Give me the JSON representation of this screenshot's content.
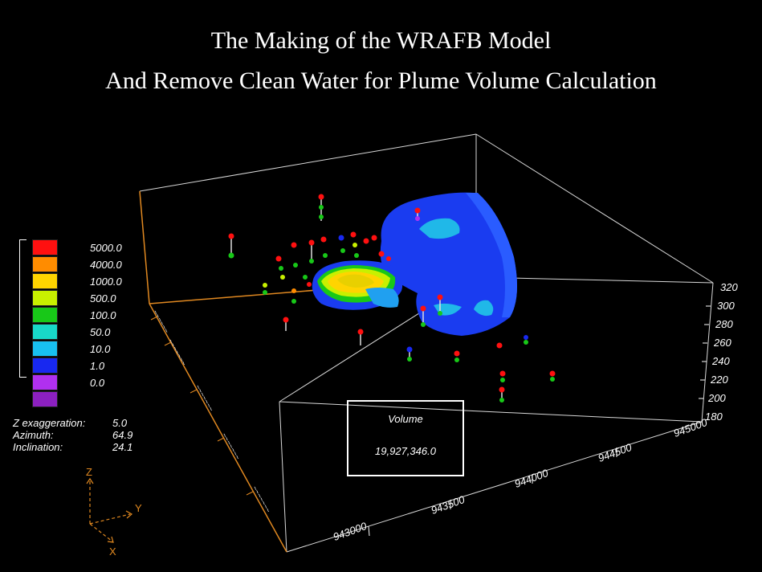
{
  "header": {
    "title_line1": "The Making of the WRAFB Model",
    "title_line2": "And Remove Clean Water for Plume Volume Calculation"
  },
  "legend": {
    "items": [
      {
        "label": "5000.0",
        "color": "#ff1010"
      },
      {
        "label": "4000.0",
        "color": "#ff8c00"
      },
      {
        "label": "1000.0",
        "color": "#ffd400"
      },
      {
        "label": "500.0",
        "color": "#c8f000"
      },
      {
        "label": "100.0",
        "color": "#18c818"
      },
      {
        "label": "50.0",
        "color": "#18d8c8"
      },
      {
        "label": "10.0",
        "color": "#18c0f0"
      },
      {
        "label": "1.0",
        "color": "#1828f0"
      },
      {
        "label": "0.0",
        "color": "#b030f0"
      },
      {
        "label": "",
        "color": "#8c20c0"
      }
    ]
  },
  "view_params": {
    "z_exaggeration_label": "Z  exaggeration:",
    "z_exaggeration_value": "5.0",
    "azimuth_label": "Azimuth:",
    "azimuth_value": "64.9",
    "inclination_label": "Inclination:",
    "inclination_value": "24.1"
  },
  "volume": {
    "label": "Volume",
    "value": "19,927,346.0"
  },
  "axes": {
    "x_ticks": [
      "943000",
      "943500",
      "944000",
      "944500",
      "945000"
    ],
    "z_ticks": [
      "320",
      "300",
      "280",
      "260",
      "240",
      "220",
      "200",
      "180"
    ],
    "triad": {
      "z": "Z",
      "y": "Y",
      "x": "X"
    }
  }
}
